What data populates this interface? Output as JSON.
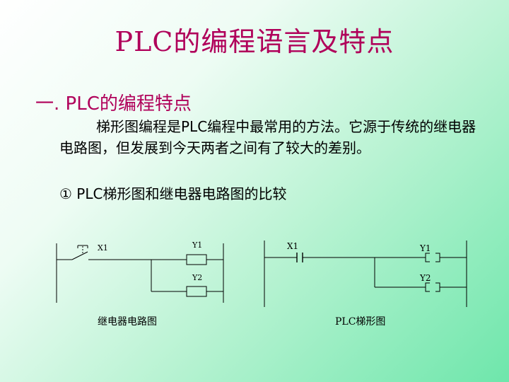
{
  "slide": {
    "title": "PLC的编程语言及特点",
    "heading": "一. PLC的编程特点",
    "paragraph": "梯形图编程是PLC编程中最常用的方法。它源于传统的继电器电路图，但发展到今天两者之间有了较大的差别。",
    "comparison": "① PLC梯形图和继电器电路图的比较"
  },
  "relay_diagram": {
    "contact_label": "X1",
    "coil1_label": "Y1",
    "coil2_label": "Y2",
    "caption": "继电器电路图"
  },
  "ladder_diagram": {
    "contact_label": "X1",
    "coil1_label": "Y1",
    "coil2_label": "Y2",
    "caption": "PLC梯形图"
  }
}
